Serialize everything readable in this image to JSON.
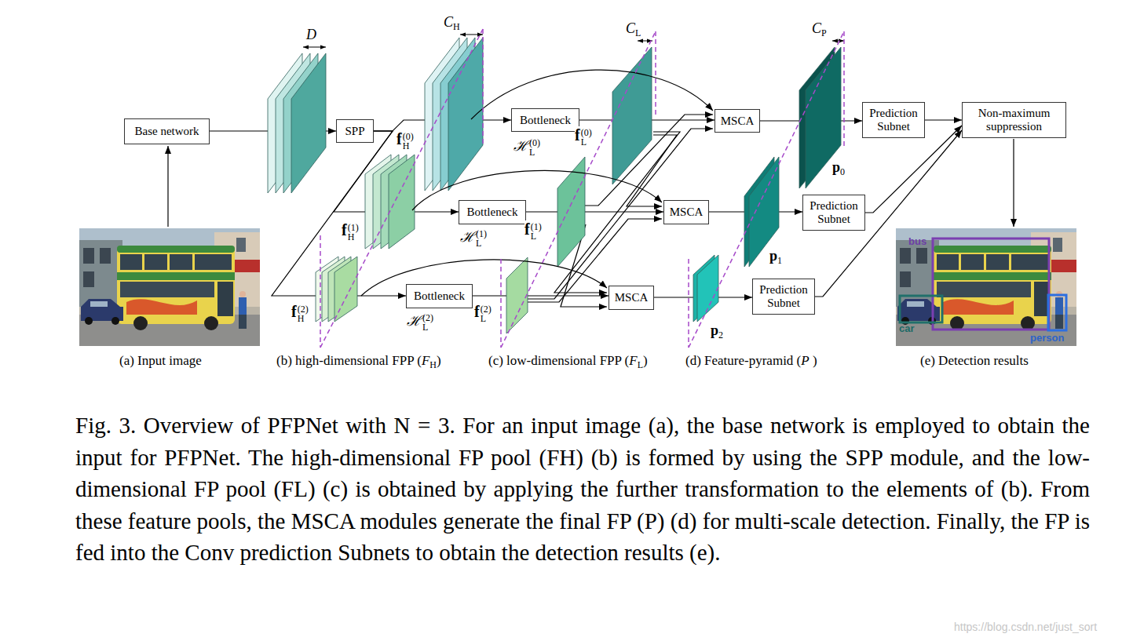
{
  "diagram": {
    "caption": "Fig. 3. Overview of PFPNet with N = 3. For an input image (a), the base network is employed to obtain the input for PFPNet. The high-dimensional FP pool (FH) (b) is formed by using the SPP module, and the low-dimensional FP pool (FL) (c) is obtained by applying the further transformation to the elements of (b). From these feature pools, the MSCA modules generate the final FP (P) (d) for multi-scale detection. Finally, the FP is fed into the Conv prediction Subnets to obtain the detection results (e).",
    "nodes": [
      {
        "text": [
          "Base network"
        ]
      },
      {
        "text": [
          "SPP"
        ]
      },
      {
        "text": [
          "Bottleneck"
        ]
      },
      {
        "text": [
          "Bottleneck"
        ]
      },
      {
        "text": [
          "Bottleneck"
        ]
      },
      {
        "text": [
          "MSCA"
        ]
      },
      {
        "text": [
          "MSCA"
        ]
      },
      {
        "text": [
          "MSCA"
        ]
      },
      {
        "text": [
          "Prediction Subnet"
        ]
      },
      {
        "text": [
          "Prediction Subnet"
        ]
      },
      {
        "text": [
          "Prediction Subnet"
        ]
      },
      {
        "text": [
          "Non-maximum suppression"
        ]
      }
    ],
    "edges": [
      {
        "from": 0,
        "to": 1,
        "arrow": "to"
      },
      {
        "from": 1,
        "to": 2,
        "arrow": "to"
      },
      {
        "from": 1,
        "to": 3,
        "arrow": "to"
      },
      {
        "from": 1,
        "to": 4,
        "arrow": "to"
      },
      {
        "from": 2,
        "to": 5,
        "arrow": "to"
      },
      {
        "from": 3,
        "to": 6,
        "arrow": "to"
      },
      {
        "from": 4,
        "to": 7,
        "arrow": "to"
      },
      {
        "from": 5,
        "to": 8,
        "arrow": "to"
      },
      {
        "from": 6,
        "to": 9,
        "arrow": "to"
      },
      {
        "from": 7,
        "to": 10,
        "arrow": "to"
      },
      {
        "from": 8,
        "to": 11,
        "arrow": "to"
      },
      {
        "from": 9,
        "to": 11,
        "arrow": "to"
      },
      {
        "from": 10,
        "to": 11,
        "arrow": "to"
      }
    ],
    "labels": [
      "D",
      "C",
      "H",
      "C",
      "L",
      "C",
      "P",
      "f",
      "H",
      "(0)",
      "f",
      "H",
      "(1)",
      "f",
      "H",
      "(2)",
      "ℋ",
      "L",
      "(0)",
      "ℋ",
      "L",
      "(1)",
      "ℋ",
      "L",
      "(2)",
      "f",
      "L",
      "(0)",
      "f",
      "L",
      "(1)",
      "f",
      "L",
      "(2)",
      "p",
      "0",
      "p",
      "1",
      "p",
      "2",
      "(a) Input image",
      "(b) high-dimensional FPP (",
      "F",
      "H",
      ")",
      "(c) low-dimensional FPP (",
      "F",
      "L",
      ")",
      "(d) Feature-pyramid (",
      "P",
      " )",
      "(e) Detection results",
      "bus",
      "car",
      "person",
      "https://blog.csdn.net/just_sort"
    ]
  }
}
